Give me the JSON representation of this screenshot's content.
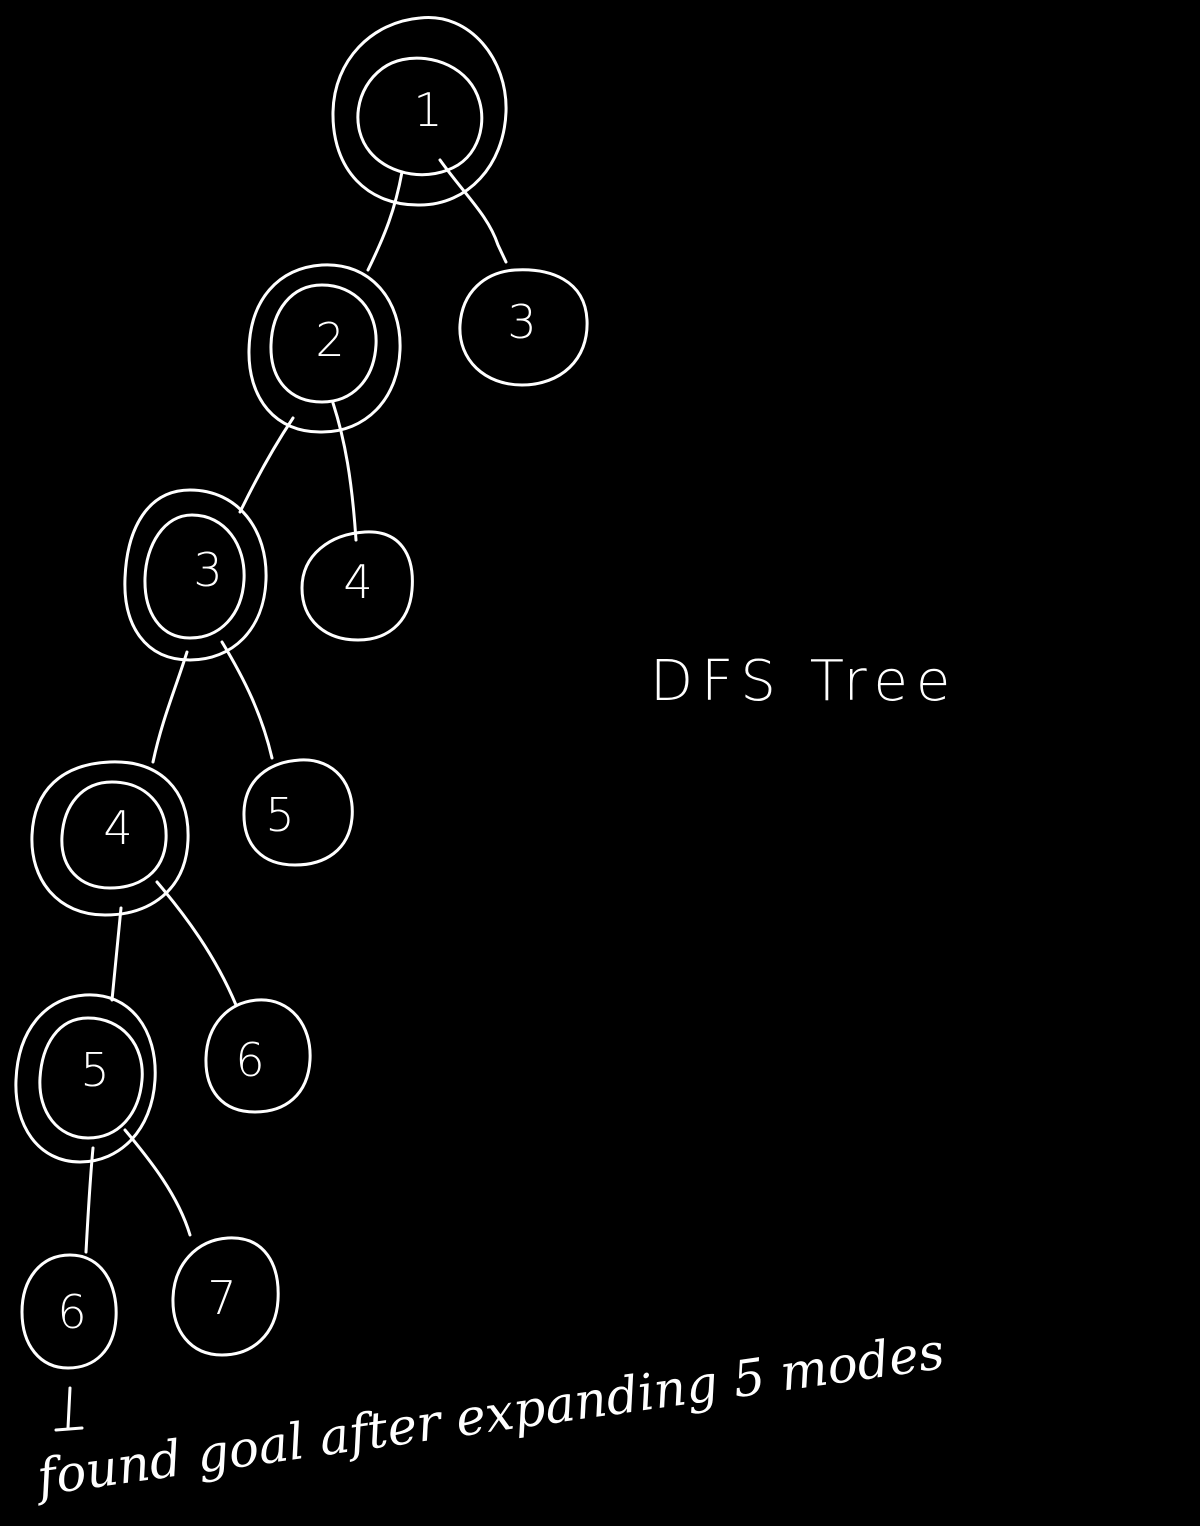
{
  "diagram": {
    "title": "DFS Tree",
    "caption": "found goal after expanding 5 modes",
    "colors": {
      "background": "#000000",
      "ink": "#ffffff"
    },
    "nodes": [
      {
        "id": "n1",
        "label": "1",
        "expanded": true
      },
      {
        "id": "n2",
        "label": "2",
        "expanded": true
      },
      {
        "id": "n3a",
        "label": "3",
        "expanded": false
      },
      {
        "id": "n3b",
        "label": "3",
        "expanded": true
      },
      {
        "id": "n4a",
        "label": "4",
        "expanded": false
      },
      {
        "id": "n4b",
        "label": "4",
        "expanded": true
      },
      {
        "id": "n5a",
        "label": "5",
        "expanded": false
      },
      {
        "id": "n5b",
        "label": "5",
        "expanded": true
      },
      {
        "id": "n6a",
        "label": "6",
        "expanded": false
      },
      {
        "id": "n6b",
        "label": "6",
        "expanded": false,
        "goal": true
      },
      {
        "id": "n7",
        "label": "7",
        "expanded": false
      }
    ],
    "edges": [
      {
        "from": "n1",
        "to": "n2"
      },
      {
        "from": "n1",
        "to": "n3a"
      },
      {
        "from": "n2",
        "to": "n3b"
      },
      {
        "from": "n2",
        "to": "n4a"
      },
      {
        "from": "n3b",
        "to": "n4b"
      },
      {
        "from": "n3b",
        "to": "n5a"
      },
      {
        "from": "n4b",
        "to": "n5b"
      },
      {
        "from": "n4b",
        "to": "n6a"
      },
      {
        "from": "n5b",
        "to": "n6b"
      },
      {
        "from": "n5b",
        "to": "n7"
      }
    ]
  }
}
